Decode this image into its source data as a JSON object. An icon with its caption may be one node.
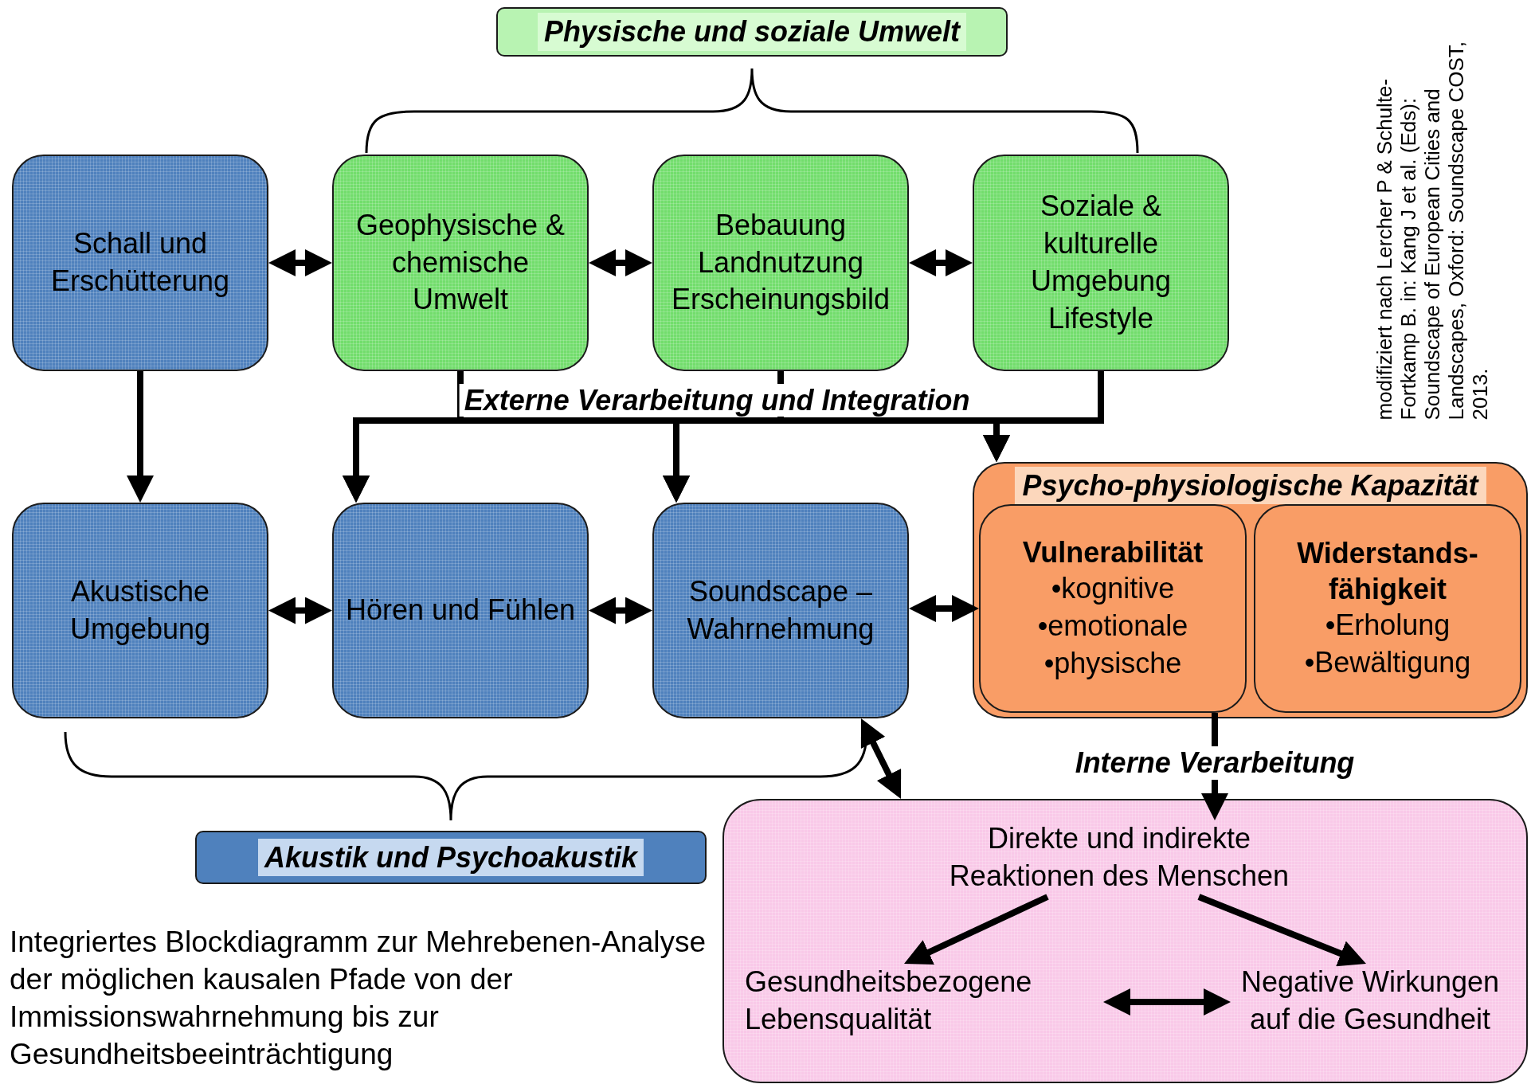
{
  "diagram": {
    "caption": "Integriertes Blockdiagramm zur Mehrebenen-Analyse der möglichen kausalen Pfade von der Immissionswahrnehmung bis zur Gesundheitsbeeinträchtigung",
    "nodes": [
      {
        "text": [
          "Physische und soziale Umwelt"
        ]
      },
      {
        "text": [
          "Schall und Erschütterung"
        ]
      },
      {
        "text": [
          "Geophysische & chemische Umwelt"
        ]
      },
      {
        "text": [
          "Bebauung Landnutzung Erscheinungsbild"
        ]
      },
      {
        "text": [
          "Soziale & kulturelle Umgebung Lifestyle"
        ]
      },
      {
        "text": [
          "Akustische Umgebung"
        ]
      },
      {
        "text": [
          "Hören und Fühlen"
        ]
      },
      {
        "text": [
          "Soundscape – Wahrnehmung"
        ]
      },
      {
        "text": [
          "Psycho-physiologische Kapazität"
        ]
      },
      {
        "text": [
          "Vulnerabilität",
          "•kognitive",
          "•emotionale",
          "•physische"
        ],
        "in": 8
      },
      {
        "text": [
          "Widerstands-fähigkeit",
          "•Erholung",
          "•Bewältigung"
        ],
        "in": 8
      },
      {
        "text": [
          "Akustik und Psychoakustik"
        ]
      },
      {
        "text": [],
        "shape": "box"
      },
      {
        "text": [
          "Direkte und indirekte Reaktionen des Menschen"
        ],
        "in": 12
      },
      {
        "text": [
          "Gesundheitsbezogene Lebensqualität"
        ],
        "in": 12
      },
      {
        "text": [
          "Negative Wirkungen auf die Gesundheit"
        ],
        "in": 12
      }
    ],
    "edges": [
      {
        "from": 1,
        "to": 2,
        "arrow": "both"
      },
      {
        "from": 2,
        "to": 3,
        "arrow": "both"
      },
      {
        "from": 3,
        "to": 4,
        "arrow": "both"
      },
      {
        "from": 1,
        "to": 5,
        "arrow": "to"
      },
      {
        "from": 2,
        "to": 6,
        "arrow": "to"
      },
      {
        "from": 2,
        "to": 7,
        "arrow": "to"
      },
      {
        "from": 2,
        "to": 8,
        "arrow": "to"
      },
      {
        "from": 3,
        "to": 6,
        "arrow": "to"
      },
      {
        "from": 3,
        "to": 7,
        "arrow": "to"
      },
      {
        "from": 3,
        "to": 8,
        "arrow": "to"
      },
      {
        "from": 4,
        "to": 6,
        "arrow": "to"
      },
      {
        "from": 4,
        "to": 7,
        "arrow": "to"
      },
      {
        "from": 4,
        "to": 8,
        "arrow": "to"
      },
      {
        "from": 5,
        "to": 6,
        "arrow": "both"
      },
      {
        "from": 6,
        "to": 7,
        "arrow": "both"
      },
      {
        "from": 7,
        "to": 9,
        "arrow": "both"
      },
      {
        "from": 9,
        "to": 13,
        "arrow": "to",
        "label": "Interne Verarbeitung"
      },
      {
        "from": 7,
        "to": 12,
        "arrow": "both"
      },
      {
        "from": 13,
        "to": 14,
        "arrow": "to"
      },
      {
        "from": 13,
        "to": 15,
        "arrow": "to"
      },
      {
        "from": 14,
        "to": 15,
        "arrow": "both"
      }
    ],
    "labels": [
      "Externe Verarbeitung und Integration",
      "modifiziert nach Lercher P & Schulte-Fortkamp B. in: Kang J et al. (Eds): Soundscape of European Cities and Landscapes, Oxford: Soundscape COST, 2013."
    ]
  }
}
